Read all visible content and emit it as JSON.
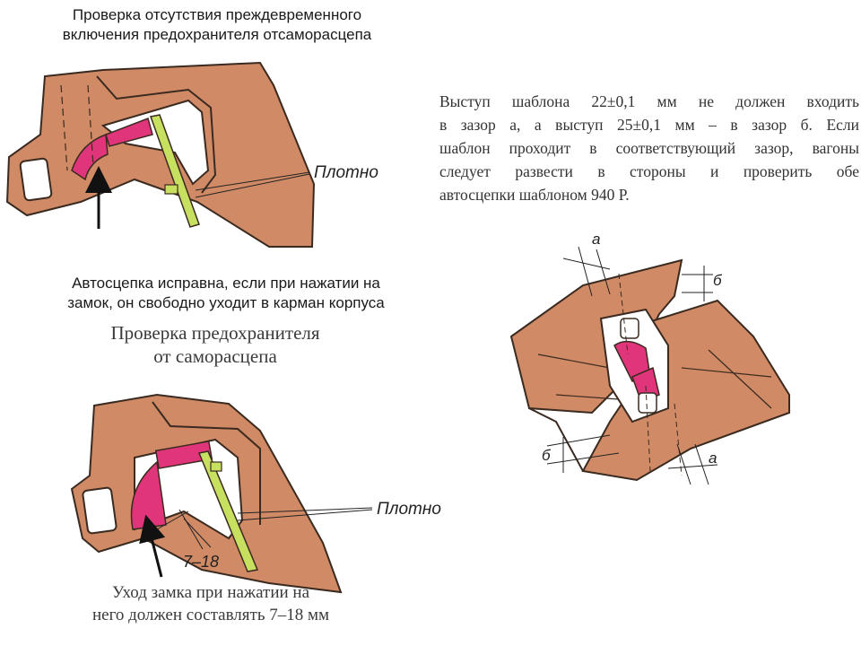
{
  "top_title": "Проверка отсутствия преждевременного\nвключения предохранителя отсаморасцепа",
  "mid_caption": "Автосцепка исправна, если при нажатии на\nзамок, он свободно уходит в карман корпуса",
  "book_title": "Проверка предохранителя\nот саморасцепа",
  "book_caption": "Уход замка при нажатии на\nнего должен составлять 7–18 мм",
  "paragraph_lines": [
    "Выступ шаблона 22±0,1 мм не должен входить",
    "в зазор а, а выступ 25±0,1 мм – в зазор б. Если",
    "шаблон проходит в соответствующий зазор, вагоны",
    "следует развести в стороны и проверить обе",
    "автосцепки шаблоном 940 Р."
  ],
  "labels": {
    "plotno_top": "Плотно",
    "plotno_bottom": "Плотно",
    "gap_7_18": "7–18",
    "a_top": "а",
    "b_top": "б",
    "b_bottom": "б",
    "a_bottom": "а"
  },
  "colors": {
    "body": "#d08a65",
    "outline": "#3a2a20",
    "lock": "#e0357a",
    "plate": "#c8e060"
  }
}
